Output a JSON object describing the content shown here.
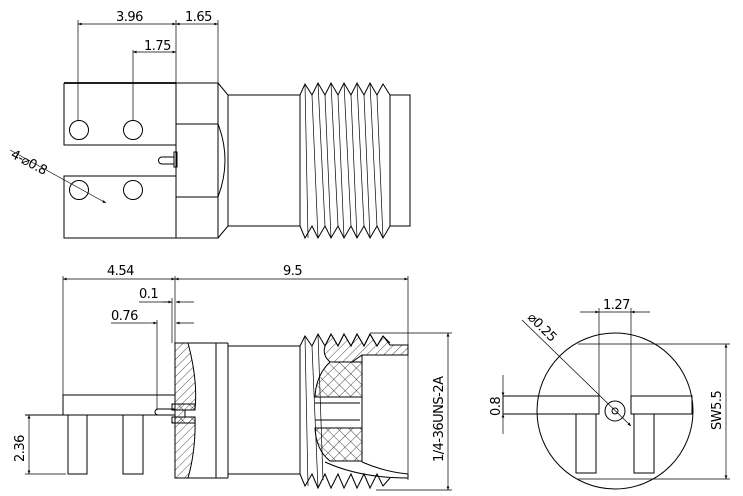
{
  "drawing": {
    "top_view": {
      "dim_pin_span": "3.96",
      "dim_body_front": "1.65",
      "dim_pin_offset": "1.75",
      "dim_hole": "4-⌀0.8"
    },
    "side_view": {
      "dim_board_length": "4.54",
      "dim_body_length": "9.5",
      "dim_gap": "0.1",
      "dim_pin_protrusion": "0.76",
      "dim_pin_height": "2.36",
      "dim_thread": "1/4-36UNS-2A"
    },
    "end_view": {
      "dim_center_pin": "⌀0.25",
      "dim_pin_pitch": "1.27",
      "dim_board_thickness": "0.8",
      "dim_hex": "SW5.5"
    }
  }
}
